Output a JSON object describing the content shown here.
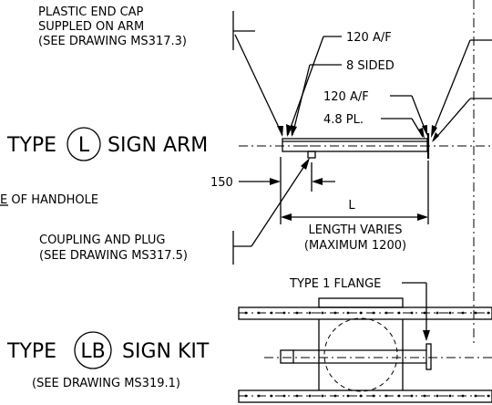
{
  "callouts": {
    "end_cap_line1": "PLASTIC END CAP",
    "end_cap_line2": "SUPPLED ON ARM",
    "end_cap_line3": "(SEE DRAWING MS317.3)",
    "af_top": "120 A/F",
    "eight_sided": "8 SIDED",
    "af_plate": "120 A/F",
    "plate": "4.8 PL.",
    "handhole_partial": "E OF HANDHOLE",
    "coupling_line1": "COUPLING AND PLUG",
    "coupling_line2": "(SEE DRAWING MS317.5)",
    "flange": "TYPE 1 FLANGE"
  },
  "sign_arm": {
    "type_word": "TYPE",
    "type_code": "L",
    "type_name": "SIGN ARM"
  },
  "dimensions": {
    "offset": "150",
    "length_symbol": "L",
    "length_note_line1": "LENGTH VARIES",
    "length_note_line2": "(MAXIMUM 1200)"
  },
  "sign_kit": {
    "type_word": "TYPE",
    "type_code": "LB",
    "type_name": "SIGN KIT",
    "reference": "(SEE DRAWING MS319.1)"
  }
}
